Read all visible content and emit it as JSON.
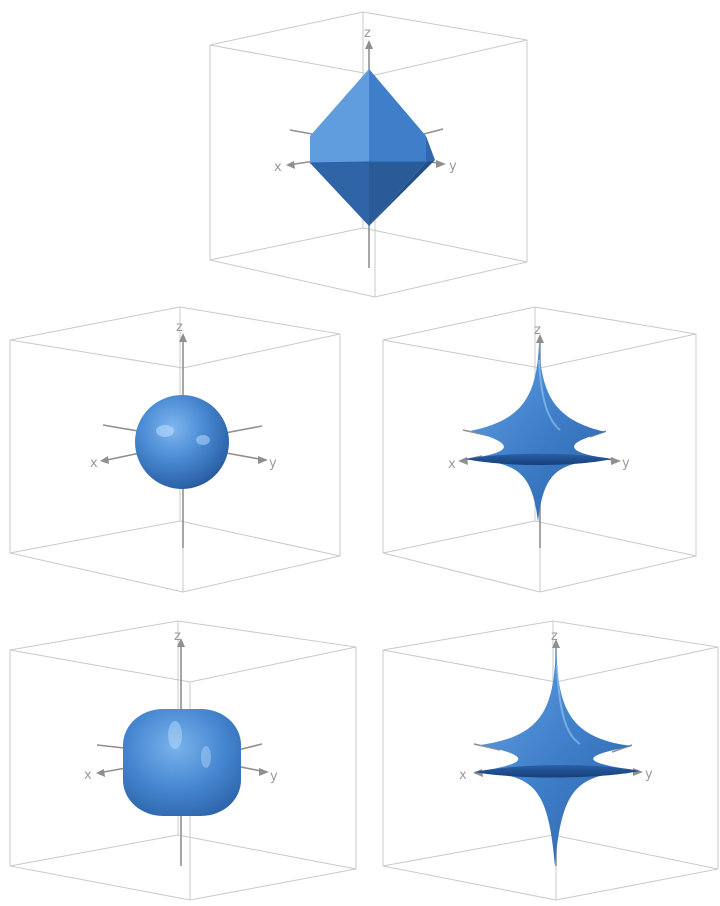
{
  "colors": {
    "surface_light": "#6aa6e6",
    "surface_base": "#3f7fc9",
    "surface_dark": "#1f4f8f",
    "box_edge": "#c9c9c9",
    "axis": "#8f8f8f",
    "axis_label": "#9a9a9a"
  },
  "axis_labels": {
    "x": "x",
    "y": "y",
    "z": "z"
  },
  "panels": [
    {
      "id": "octahedron",
      "shape": "octahedron"
    },
    {
      "id": "sphere",
      "shape": "sphere"
    },
    {
      "id": "astroid-small",
      "shape": "astroid"
    },
    {
      "id": "superellipsoid",
      "shape": "superellipsoid"
    },
    {
      "id": "astroid-large",
      "shape": "astroid"
    }
  ]
}
